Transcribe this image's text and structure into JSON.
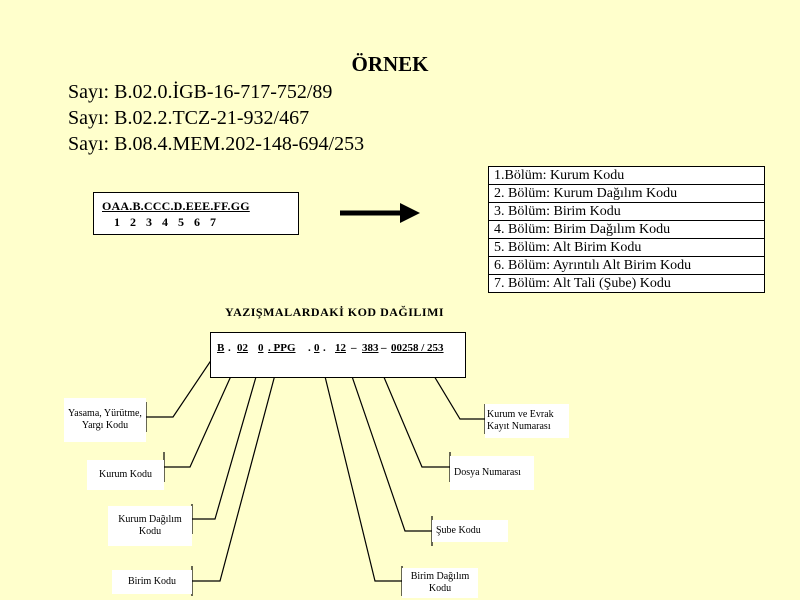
{
  "title": "ÖRNEK",
  "sayi_lines": [
    "Sayı: B.02.0.İGB-16-717-752/89",
    "Sayı: B.02.2.TCZ-21-932/467",
    "Sayı: B.08.4.MEM.202-148-694/253"
  ],
  "code_box": {
    "pattern": "OAA.B.CCC.D.EEE.FF.GG",
    "numbers": "1 2 3 4 5 6 7"
  },
  "legend": [
    "1.Bölüm: Kurum Kodu",
    "2. Bölüm: Kurum Dağılım Kodu",
    "3. Bölüm: Birim Kodu",
    "4. Bölüm: Birim Dağılım Kodu",
    "5. Bölüm: Alt Birim Kodu",
    "6. Bölüm: Ayrıntılı Alt Birim Kodu",
    "7. Bölüm: Alt Tali (Şube) Kodu"
  ],
  "diagram_title": "YAZIŞMALARDAKİ KOD DAĞILIMI",
  "kod_parts": {
    "b": "B",
    "d1": ".",
    "p02": "02",
    "p0": "0",
    "ppg": ". PPG",
    "d2": ".",
    "p0b": "0",
    "d3": ".",
    "p12": "12",
    "dash1": "–",
    "p383": "383",
    "dash2": "–",
    "p00258": "00258 / 253"
  },
  "labels": {
    "yasama": "Yasama, Yürütme, Yargı Kodu",
    "kurum_kodu": "Kurum Kodu",
    "kurum_dagilim": "Kurum Dağılım Kodu",
    "birim_kodu": "Birim Kodu",
    "birim_dagilim": "Birim Dağılım Kodu",
    "sube_kodu": "Şube Kodu",
    "dosya_no": "Dosya Numarası",
    "kurum_evrak": "Kurum ve Evrak Kayıt Numarası"
  }
}
